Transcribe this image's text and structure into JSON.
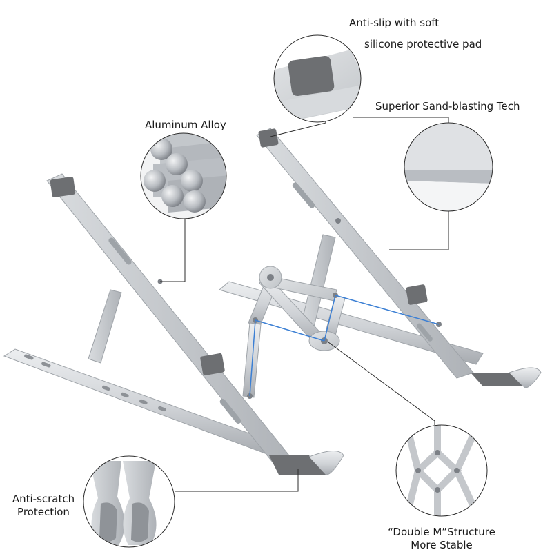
{
  "labels": {
    "anti_slip": {
      "line1": "Anti-slip with soft",
      "line2": "silicone protective pad"
    },
    "sand_blasting": "Superior Sand-blasting Tech",
    "aluminum": "Aluminum Alloy",
    "anti_scratch": {
      "line1": "Anti-scratch",
      "line2": "Protection"
    },
    "double_m": {
      "line1": "“Double M”Structure",
      "line2": "More Stable"
    }
  },
  "colors": {
    "aluminum": "#c9ccd0",
    "aluminum_light": "#e6e8ea",
    "aluminum_dark": "#9ea3a8",
    "silicone_pad": "#6d6f72",
    "callout_line": "#2b2b2b",
    "tension_cable": "#3b7fd4"
  }
}
